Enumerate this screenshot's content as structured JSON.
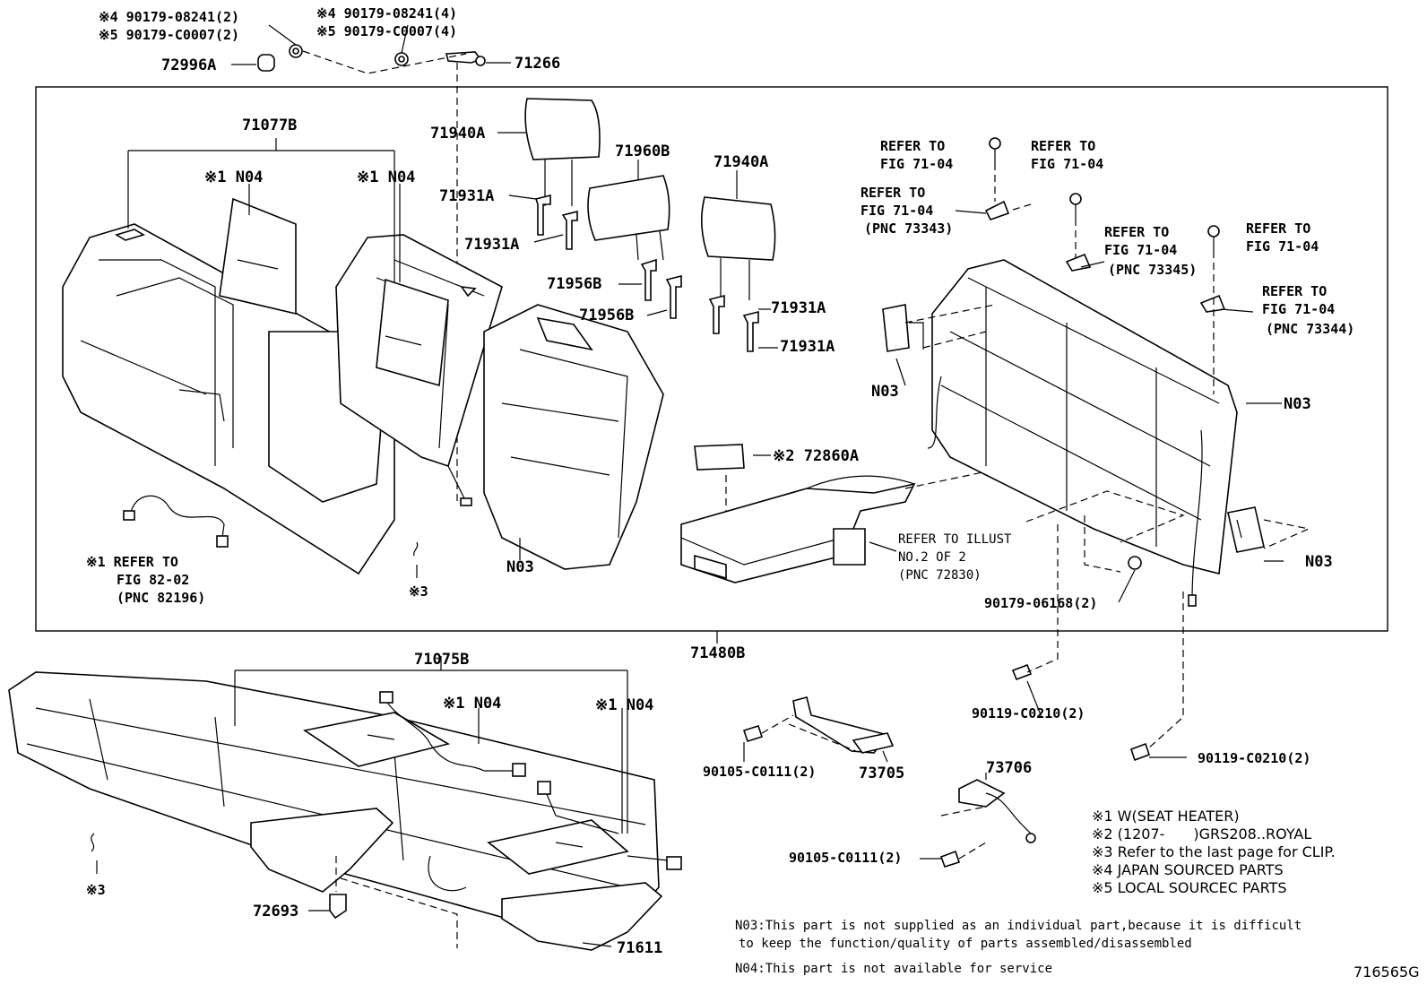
{
  "top_hardware": {
    "nut_left_line1": "※4 90179-08241(2)",
    "nut_left_line2": "※5 90179-C0007(2)",
    "nut_right_line1": "※4 90179-08241(4)",
    "nut_right_line2": "※5 90179-C0007(4)",
    "grommet": "72996A",
    "bracket": "71266"
  },
  "seatback": {
    "cover": "71077B",
    "n04_left": "※1 N04",
    "n04_right": "※1 N04",
    "n03": "N03",
    "clip_ref": "※3",
    "harness_ref_line1": "※1 REFER TO",
    "harness_ref_line2": "FIG 82-02",
    "harness_ref_line3": "(PNC 82196)"
  },
  "headrests": {
    "headrest_left": "71940A",
    "headrest_center": "71960B",
    "headrest_right": "71940A",
    "support_1": "71931A",
    "support_2": "71931A",
    "support_3": "71931A",
    "support_4": "71931A",
    "support_b_1": "71956B",
    "support_b_2": "71956B"
  },
  "armrest": {
    "cup_holder": "※2 72860A",
    "ref_line1": "REFER TO ILLUST",
    "ref_line2": "NO.2 OF 2",
    "ref_line3": "(PNC 72830)"
  },
  "frame": {
    "ref_a_line1": "REFER TO",
    "ref_a_line2": "FIG 71-04",
    "ref_b_line1": "REFER TO",
    "ref_b_line2": "FIG 71-04",
    "ref_c_line1": "REFER TO",
    "ref_c_line2": "FIG 71-04",
    "ref_c_line3": "(PNC 73343)",
    "ref_d_line1": "REFER TO",
    "ref_d_line2": "FIG 71-04",
    "ref_d_line3": "(PNC 73345)",
    "ref_e_line1": "REFER TO",
    "ref_e_line2": "FIG 71-04",
    "ref_f_line1": "REFER TO",
    "ref_f_line2": "FIG 71-04",
    "ref_f_line3": "(PNC 73344)",
    "n03_left": "N03",
    "n03_right": "N03",
    "n03_bottom": "N03",
    "nut": "90179-06168(2)",
    "bolt_a": "90119-C0210(2)",
    "bolt_b": "90119-C0210(2)"
  },
  "assembly": "71480B",
  "cushion": {
    "cover": "71075B",
    "n04_left": "※1 N04",
    "n04_right": "※1 N04",
    "clip_ref": "※3",
    "hook": "72693",
    "pad": "71611"
  },
  "lower_parts": {
    "bolt_left": "90105-C0111(2)",
    "bracket_left": "73705",
    "bracket_right": "73706",
    "bolt_right": "90105-C0111(2)"
  },
  "legend": [
    "※1 W(SEAT HEATER)",
    "※2 (1207-　　)GRS208..ROYAL",
    "※3 Refer to the last page for CLIP.",
    "※4 JAPAN SOURCED PARTS",
    "※5 LOCAL SOURCEC PARTS"
  ],
  "notes": {
    "n03_line1": "N03:This part is not supplied as an individual part,because it is difficult",
    "n03_line2": "to keep the function/quality of parts assembled/disassembled",
    "n04": "N04:This part is not available for service"
  },
  "figure_code": "716565G"
}
